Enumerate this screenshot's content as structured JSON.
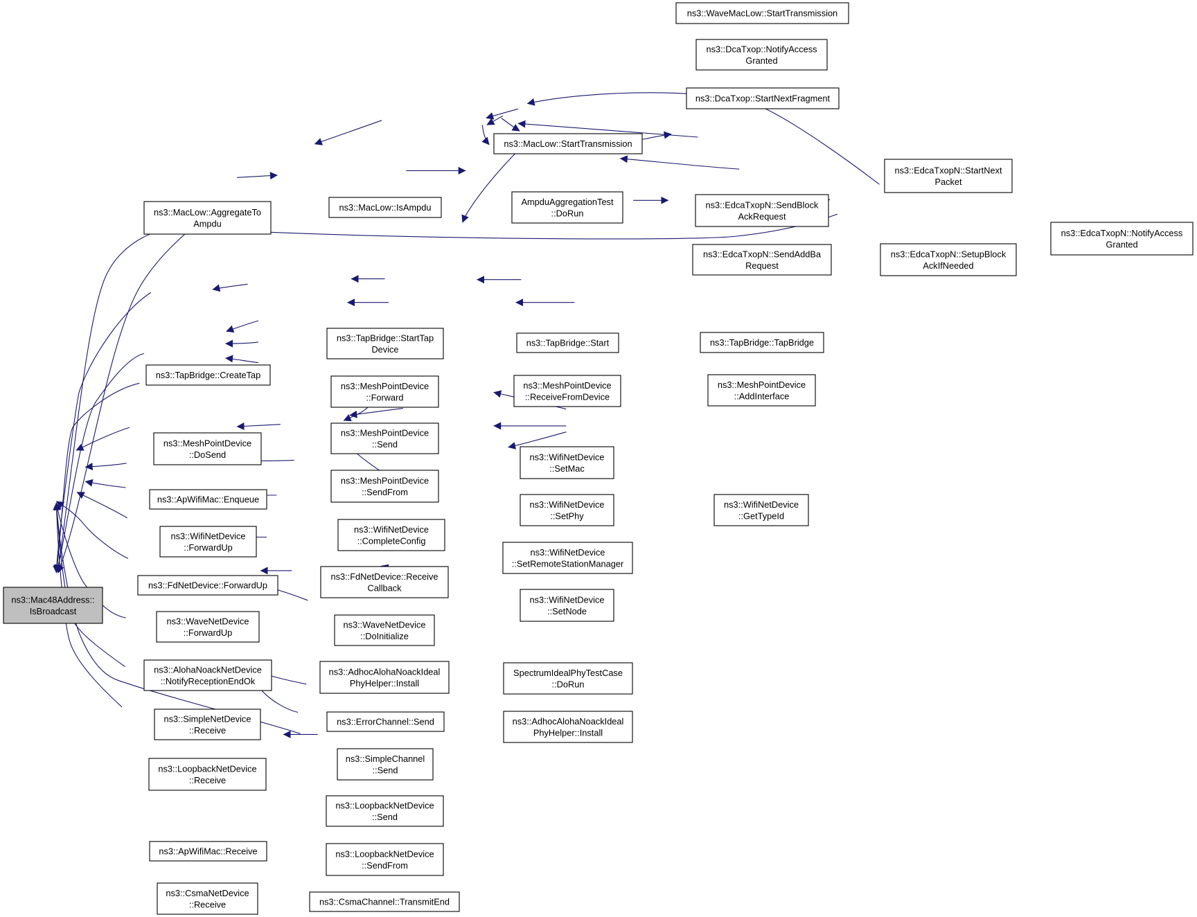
{
  "colors": {
    "edge": "#191970",
    "root_fill": "#bfbfbf",
    "node_fill": "#ffffff",
    "border": "#000000"
  },
  "nodes": [
    {
      "id": "n0",
      "lines": [
        "ns3::Mac48Address::",
        "IsBroadcast"
      ],
      "root": true
    },
    {
      "id": "n1",
      "lines": [
        "ns3::MacLow::AggregateTo",
        "Ampdu"
      ]
    },
    {
      "id": "n2",
      "lines": [
        "ns3::MacLow::IsAmpdu"
      ]
    },
    {
      "id": "n3",
      "lines": [
        "AmpduAggregationTest",
        "::DoRun"
      ]
    },
    {
      "id": "n4",
      "lines": [
        "ns3::MacLow::StartTransmission"
      ]
    },
    {
      "id": "n5",
      "lines": [
        "ns3::WaveMacLow::StartTransmission"
      ]
    },
    {
      "id": "n6",
      "lines": [
        "ns3::DcaTxop::NotifyAccess",
        "Granted"
      ]
    },
    {
      "id": "n7",
      "lines": [
        "ns3::DcaTxop::StartNextFragment"
      ]
    },
    {
      "id": "n8",
      "lines": [
        "ns3::EdcaTxopN::StartNext",
        "Packet"
      ]
    },
    {
      "id": "n9",
      "lines": [
        "ns3::EdcaTxopN::SendBlock",
        "AckRequest"
      ]
    },
    {
      "id": "n10",
      "lines": [
        "ns3::EdcaTxopN::NotifyAccess",
        "Granted"
      ]
    },
    {
      "id": "n11",
      "lines": [
        "ns3::EdcaTxopN::SendAddBa",
        "Request"
      ]
    },
    {
      "id": "n12",
      "lines": [
        "ns3::EdcaTxopN::SetupBlock",
        "AckIfNeeded"
      ]
    },
    {
      "id": "n13",
      "lines": [
        "ns3::TapBridge::CreateTap"
      ]
    },
    {
      "id": "n14",
      "lines": [
        "ns3::TapBridge::StartTap",
        "Device"
      ]
    },
    {
      "id": "n15",
      "lines": [
        "ns3::TapBridge::Start"
      ]
    },
    {
      "id": "n16",
      "lines": [
        "ns3::TapBridge::TapBridge"
      ]
    },
    {
      "id": "n17",
      "lines": [
        "ns3::MeshPointDevice",
        "::DoSend"
      ]
    },
    {
      "id": "n18",
      "lines": [
        "ns3::MeshPointDevice",
        "::Forward"
      ]
    },
    {
      "id": "n19",
      "lines": [
        "ns3::MeshPointDevice",
        "::ReceiveFromDevice"
      ]
    },
    {
      "id": "n20",
      "lines": [
        "ns3::MeshPointDevice",
        "::AddInterface"
      ]
    },
    {
      "id": "n21",
      "lines": [
        "ns3::MeshPointDevice",
        "::Send"
      ]
    },
    {
      "id": "n22",
      "lines": [
        "ns3::MeshPointDevice",
        "::SendFrom"
      ]
    },
    {
      "id": "n23",
      "lines": [
        "ns3::ApWifiMac::Enqueue"
      ]
    },
    {
      "id": "n24",
      "lines": [
        "ns3::WifiNetDevice",
        "::ForwardUp"
      ]
    },
    {
      "id": "n25",
      "lines": [
        "ns3::WifiNetDevice",
        "::CompleteConfig"
      ]
    },
    {
      "id": "n26",
      "lines": [
        "ns3::WifiNetDevice",
        "::SetMac"
      ]
    },
    {
      "id": "n27",
      "lines": [
        "ns3::WifiNetDevice",
        "::SetPhy"
      ]
    },
    {
      "id": "n28",
      "lines": [
        "ns3::WifiNetDevice",
        "::SetRemoteStationManager"
      ]
    },
    {
      "id": "n29",
      "lines": [
        "ns3::WifiNetDevice",
        "::SetNode"
      ]
    },
    {
      "id": "n30",
      "lines": [
        "ns3::WifiNetDevice",
        "::GetTypeId"
      ]
    },
    {
      "id": "n31",
      "lines": [
        "ns3::FdNetDevice::ForwardUp"
      ]
    },
    {
      "id": "n32",
      "lines": [
        "ns3::FdNetDevice::Receive",
        "Callback"
      ]
    },
    {
      "id": "n33",
      "lines": [
        "ns3::WaveNetDevice",
        "::ForwardUp"
      ]
    },
    {
      "id": "n34",
      "lines": [
        "ns3::WaveNetDevice",
        "::DoInitialize"
      ]
    },
    {
      "id": "n35",
      "lines": [
        "ns3::AlohaNoackNetDevice",
        "::NotifyReceptionEndOk"
      ]
    },
    {
      "id": "n36",
      "lines": [
        "ns3::AdhocAlohaNoackIdeal",
        "PhyHelper::Install"
      ]
    },
    {
      "id": "n37",
      "lines": [
        "SpectrumIdealPhyTestCase",
        "::DoRun"
      ]
    },
    {
      "id": "n38",
      "lines": [
        "ns3::AdhocAlohaNoackIdeal",
        "PhyHelper::Install"
      ]
    },
    {
      "id": "n39",
      "lines": [
        "ns3::SimpleNetDevice",
        "::Receive"
      ]
    },
    {
      "id": "n40",
      "lines": [
        "ns3::ErrorChannel::Send"
      ]
    },
    {
      "id": "n41",
      "lines": [
        "ns3::SimpleChannel",
        "::Send"
      ]
    },
    {
      "id": "n42",
      "lines": [
        "ns3::LoopbackNetDevice",
        "::Receive"
      ]
    },
    {
      "id": "n43",
      "lines": [
        "ns3::LoopbackNetDevice",
        "::Send"
      ]
    },
    {
      "id": "n44",
      "lines": [
        "ns3::LoopbackNetDevice",
        "::SendFrom"
      ]
    },
    {
      "id": "n45",
      "lines": [
        "ns3::ApWifiMac::Receive"
      ]
    },
    {
      "id": "n46",
      "lines": [
        "ns3::CsmaNetDevice",
        "::Receive"
      ]
    },
    {
      "id": "n47",
      "lines": [
        "ns3::CsmaChannel::TransmitEnd"
      ]
    }
  ],
  "edges": [
    [
      "n1",
      "n0"
    ],
    [
      "n2",
      "n1"
    ],
    [
      "n3",
      "n2"
    ],
    [
      "n4",
      "n2"
    ],
    [
      "n5",
      "n4"
    ],
    [
      "n6",
      "n4"
    ],
    [
      "n7",
      "n4"
    ],
    [
      "n10",
      "n4"
    ],
    [
      "n8",
      "n4"
    ],
    [
      "n9",
      "n4"
    ],
    [
      "n11",
      "n4"
    ],
    [
      "n8",
      "n9"
    ],
    [
      "n10",
      "n9"
    ],
    [
      "n12",
      "n11"
    ],
    [
      "n10",
      "n12"
    ],
    [
      "n10",
      "n0"
    ],
    [
      "n13",
      "n0"
    ],
    [
      "n14",
      "n13"
    ],
    [
      "n15",
      "n14"
    ],
    [
      "n16",
      "n15"
    ],
    [
      "n17",
      "n0"
    ],
    [
      "n18",
      "n17"
    ],
    [
      "n21",
      "n17"
    ],
    [
      "n22",
      "n17"
    ],
    [
      "n19",
      "n18"
    ],
    [
      "n20",
      "n19"
    ],
    [
      "n23",
      "n0"
    ],
    [
      "n24",
      "n0"
    ],
    [
      "n25",
      "n24"
    ],
    [
      "n26",
      "n25"
    ],
    [
      "n27",
      "n25"
    ],
    [
      "n28",
      "n25"
    ],
    [
      "n29",
      "n25"
    ],
    [
      "n30",
      "n26"
    ],
    [
      "n30",
      "n27"
    ],
    [
      "n30",
      "n28"
    ],
    [
      "n31",
      "n0"
    ],
    [
      "n32",
      "n31"
    ],
    [
      "n33",
      "n0"
    ],
    [
      "n34",
      "n33"
    ],
    [
      "n35",
      "n0"
    ],
    [
      "n36",
      "n35"
    ],
    [
      "n37",
      "n36"
    ],
    [
      "n38",
      "n36"
    ],
    [
      "n39",
      "n0"
    ],
    [
      "n40",
      "n39"
    ],
    [
      "n41",
      "n39"
    ],
    [
      "n42",
      "n0"
    ],
    [
      "n43",
      "n42"
    ],
    [
      "n44",
      "n42"
    ],
    [
      "n44",
      "n0"
    ],
    [
      "n45",
      "n0"
    ],
    [
      "n46",
      "n0"
    ],
    [
      "n47",
      "n46"
    ]
  ]
}
